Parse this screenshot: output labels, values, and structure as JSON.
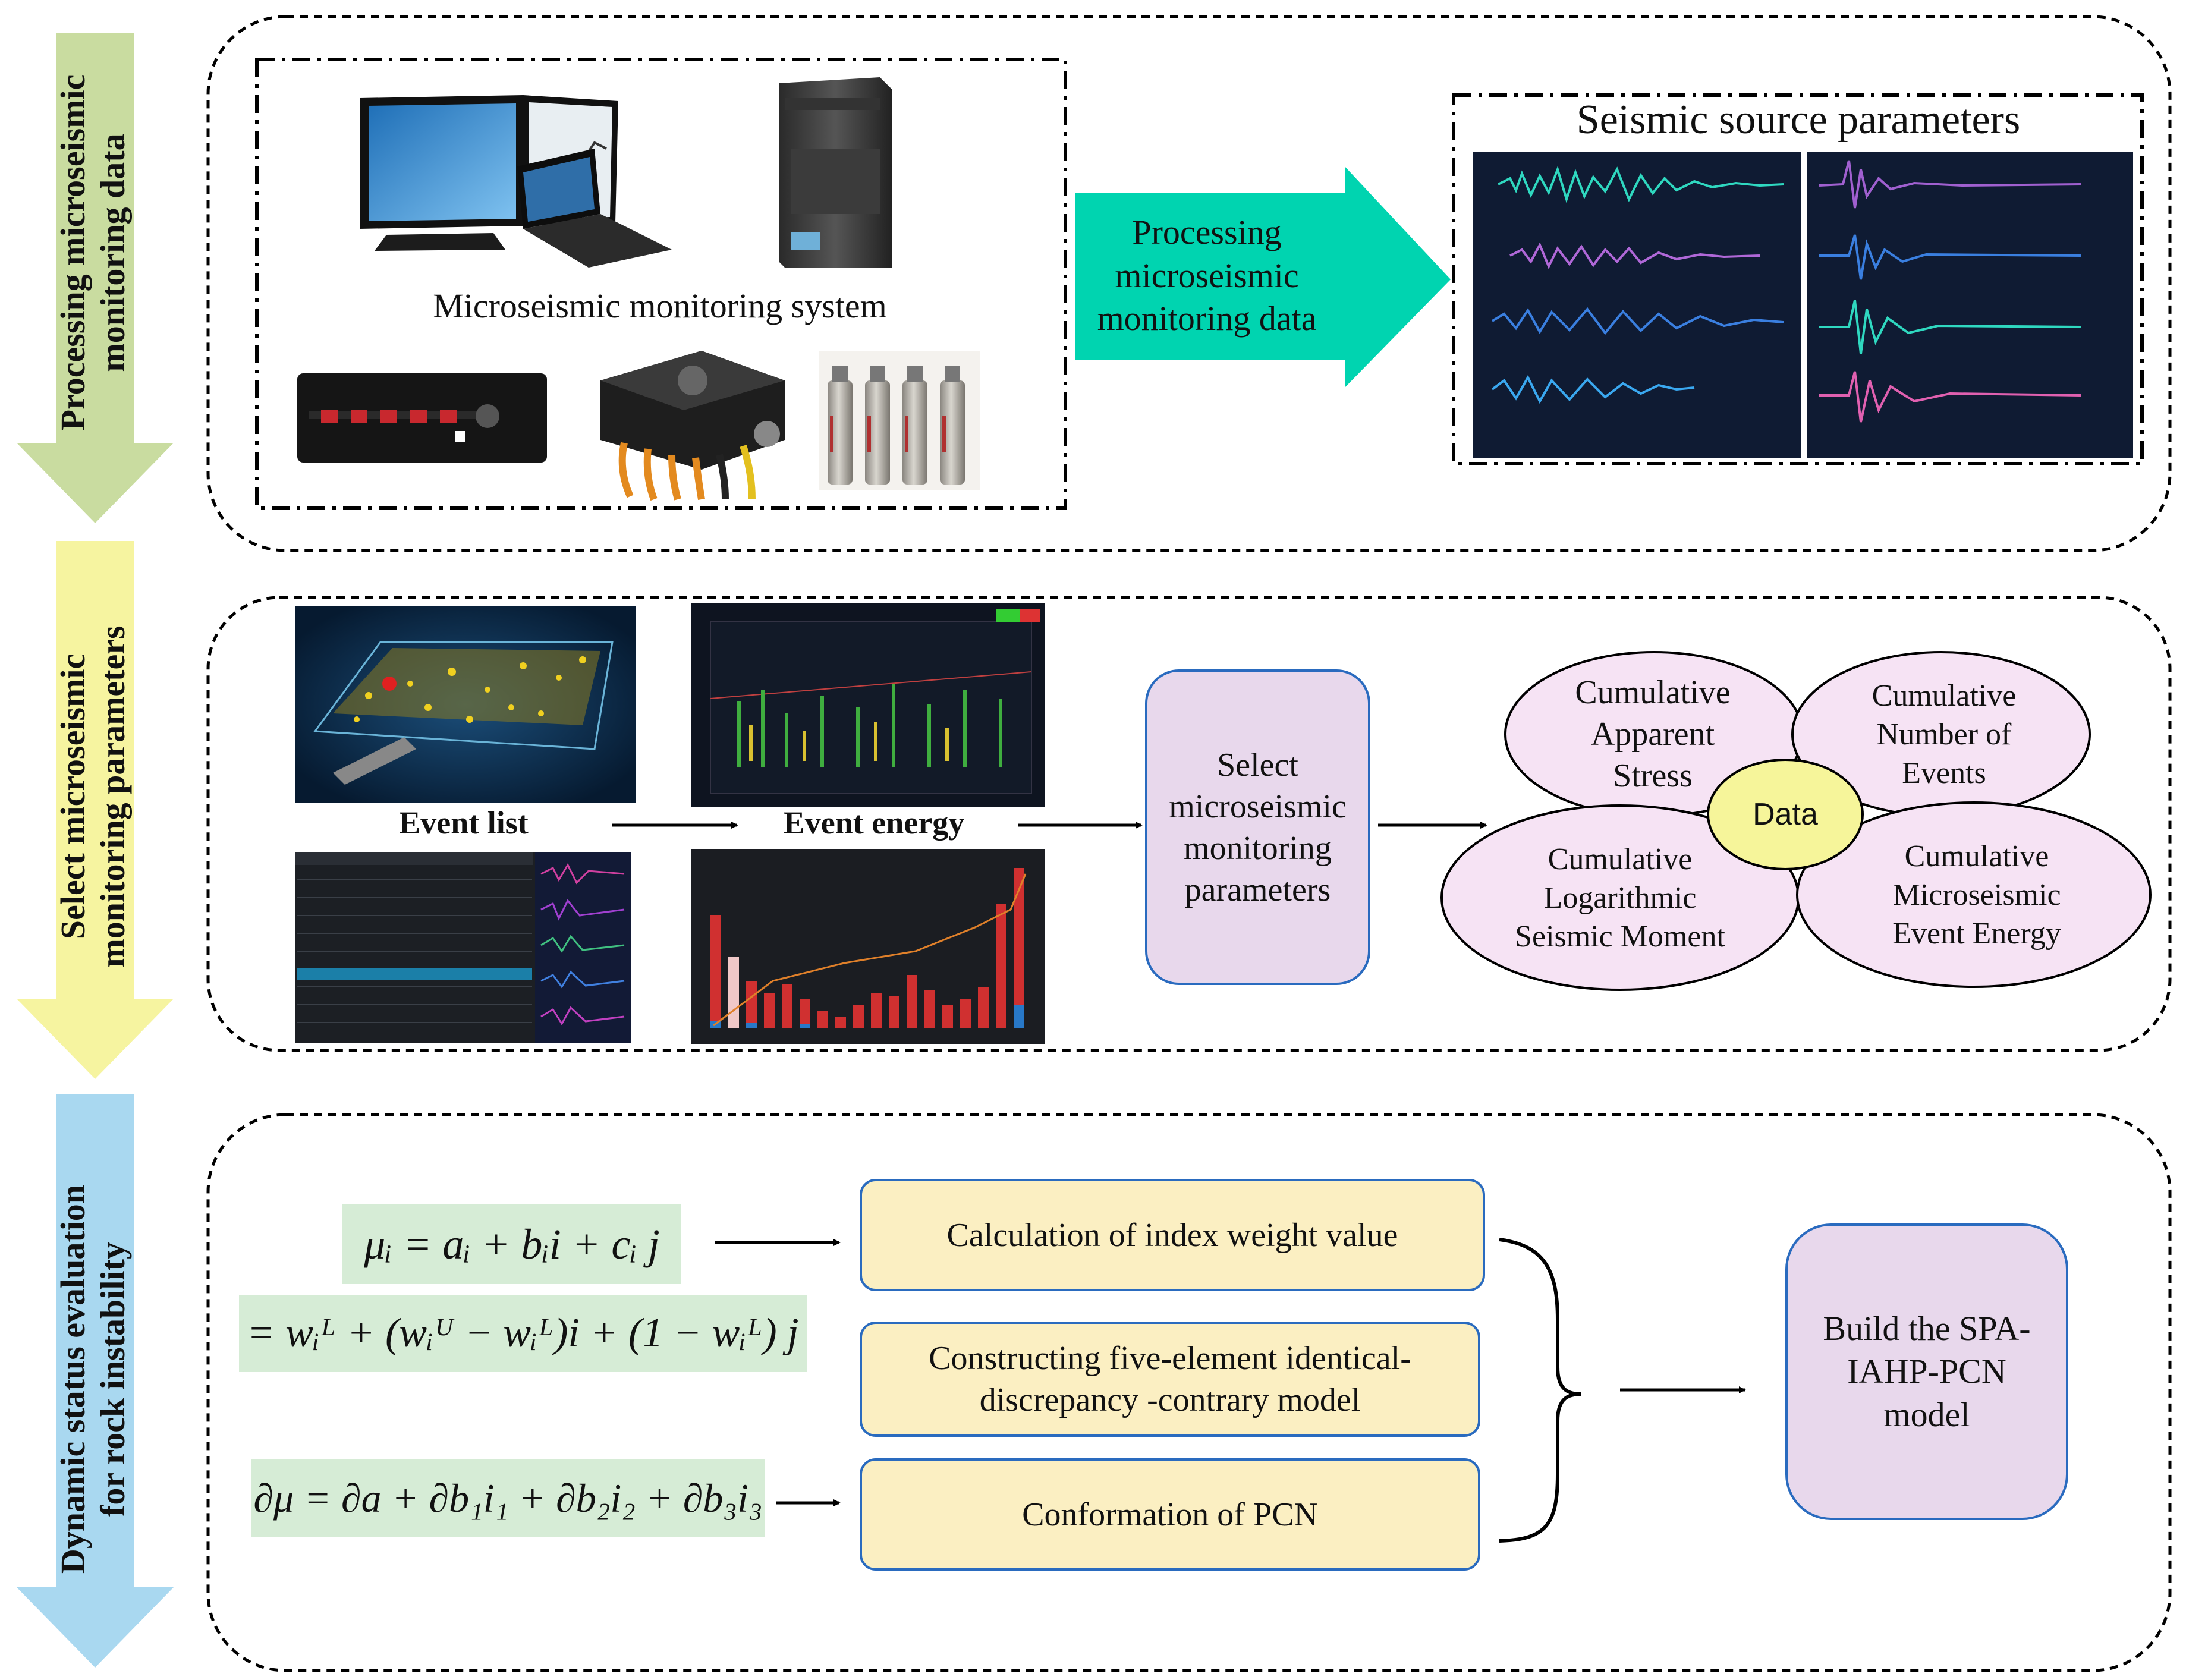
{
  "stages": [
    {
      "label_line1": "Processing microseismic",
      "label_line2": "monitoring data",
      "color": "#c9dca0"
    },
    {
      "label_line1": "Select microseismic",
      "label_line2": "monitoring parameters",
      "color": "#f6f4a0"
    },
    {
      "label_line1": "Dynamic status evaluation",
      "label_line2": "for rock instability",
      "color": "#a9d8f0"
    }
  ],
  "section1": {
    "system_label": "Microseismic monitoring system",
    "arrow_label_1": "Processing",
    "arrow_label_2": "microseismic",
    "arrow_label_3": "monitoring data",
    "source_title": "Seismic source parameters",
    "arrow_color": "#00d4b0"
  },
  "section2": {
    "event_list_label": "Event list",
    "event_energy_label": "Event energy",
    "select_box_1": "Select",
    "select_box_2": "microseismic",
    "select_box_3": "monitoring",
    "select_box_4": "parameters",
    "center_label": "Data",
    "petal_tl": [
      "Cumulative",
      "Apparent",
      "Stress"
    ],
    "petal_tr": [
      "Cumulative",
      "Number of",
      "Events"
    ],
    "petal_bl": [
      "Cumulative",
      "Logarithmic",
      "Seismic Moment"
    ],
    "petal_br": [
      "Cumulative",
      "Microseismic",
      "Event Energy"
    ],
    "petal_color": "#f6e3f4",
    "center_color": "#f6f59a"
  },
  "section3": {
    "eq1": "μᵢ = aᵢ + bᵢi + cᵢ j",
    "eq2": "= wᵢᴸ + (wᵢᵁ − wᵢᴸ)i + (1 − wᵢᴸ) j",
    "eq3": "∂μ = ∂a + ∂b₁i₁ + ∂b₂i₂ + ∂b₃i₃",
    "box1": "Calculation of index weight value",
    "box2_line1": "Constructing five-element identical-",
    "box2_line2": "discrepancy -contrary model",
    "box3": "Conformation of PCN",
    "final_1": "Build the SPA-",
    "final_2": "IAHP-PCN",
    "final_3": "model",
    "box_color": "#fbefc2",
    "final_color": "#e8d8ec"
  }
}
